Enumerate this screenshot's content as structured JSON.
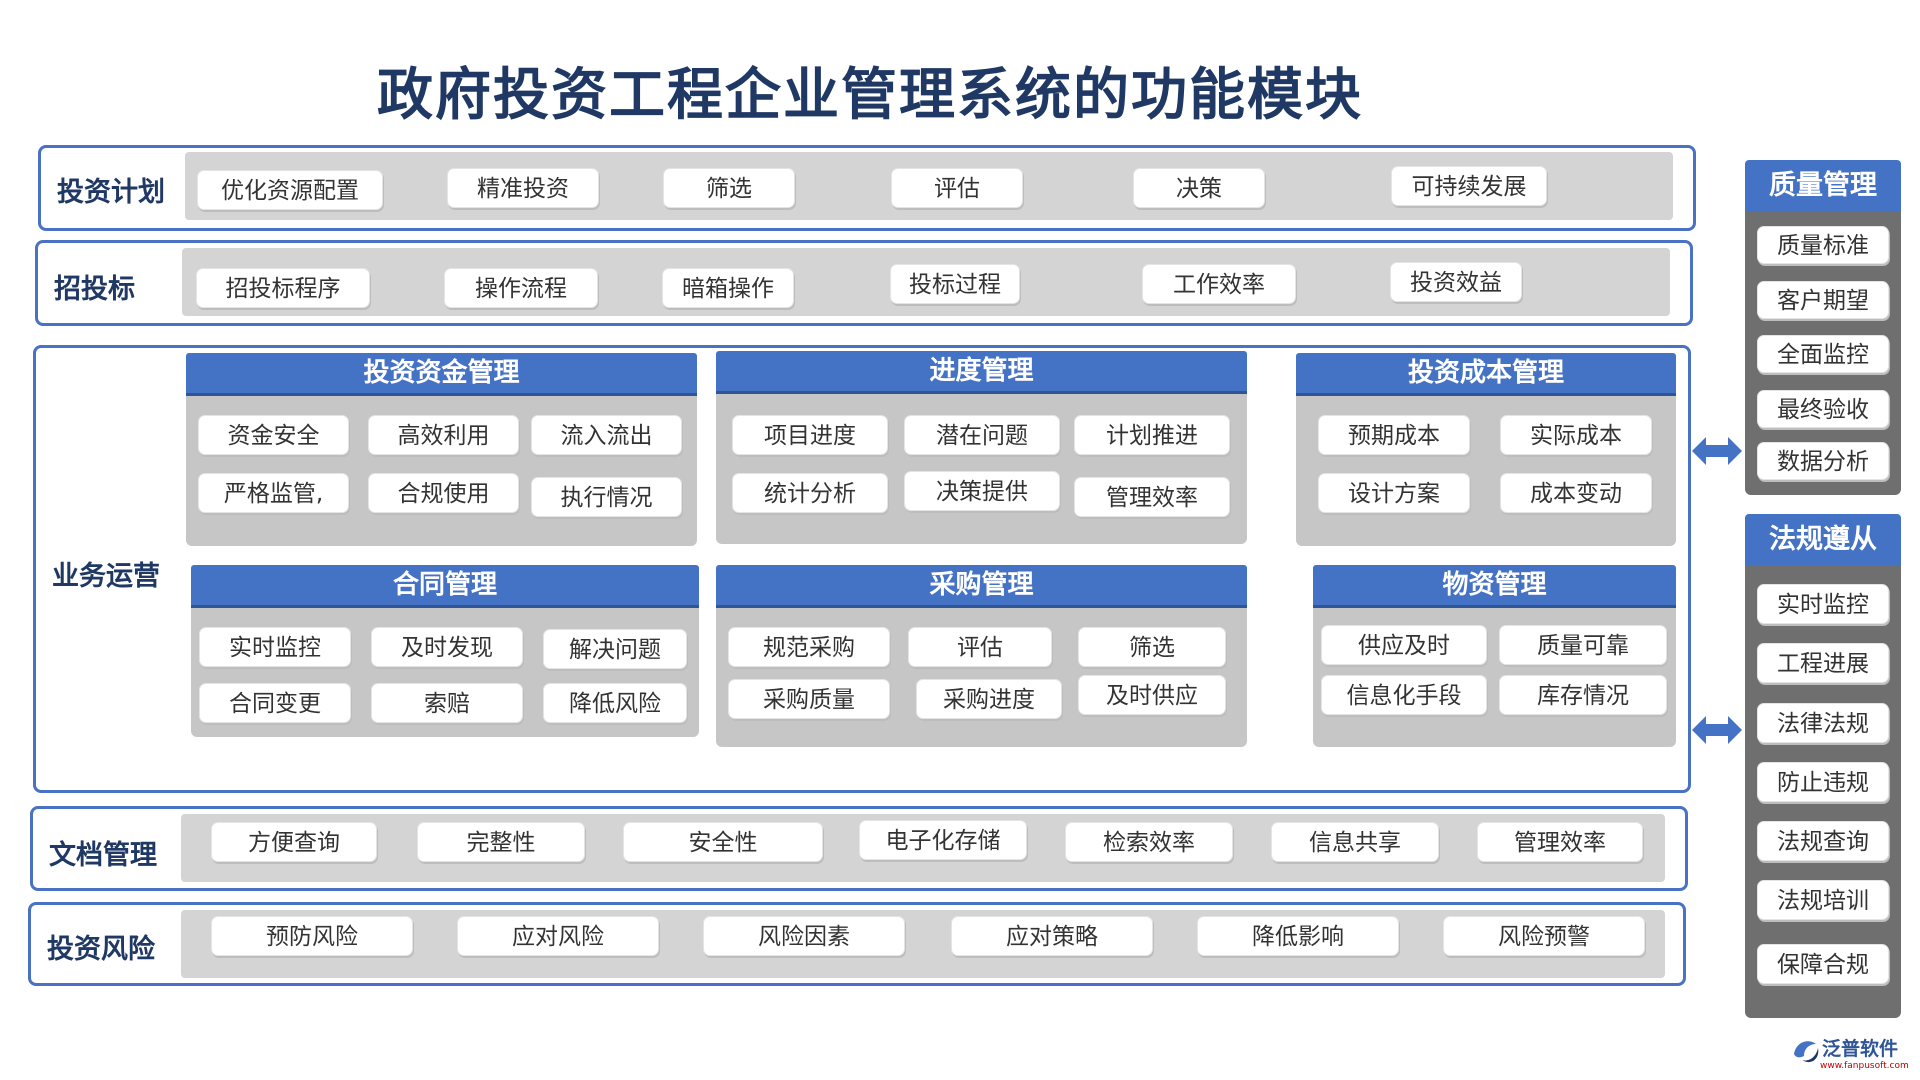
{
  "title": "政府投资工程企业管理系统的功能模块",
  "rows": {
    "plan": {
      "label": "投资计划",
      "items": [
        "优化资源配置",
        "精准投资",
        "筛选",
        "评估",
        "决策",
        "可持续发展"
      ]
    },
    "bid": {
      "label": "招投标",
      "items": [
        "招投标程序",
        "操作流程",
        "暗箱操作",
        "投标过程",
        "工作效率",
        "投资效益"
      ]
    },
    "ops": {
      "label": "业务运营"
    },
    "doc": {
      "label": "文档管理",
      "items": [
        "方便查询",
        "完整性",
        "安全性",
        "电子化存储",
        "检索效率",
        "信息共享",
        "管理效率"
      ]
    },
    "risk": {
      "label": "投资风险",
      "items": [
        "预防风险",
        "应对风险",
        "风险因素",
        "应对策略",
        "降低影响",
        "风险预警"
      ]
    }
  },
  "modules": {
    "fund": {
      "title": "投资资金管理",
      "items": [
        "资金安全",
        "高效利用",
        "流入流出",
        "严格监管,",
        "合规使用",
        "执行情况"
      ]
    },
    "progress": {
      "title": "进度管理",
      "items": [
        "项目进度",
        "潜在问题",
        "计划推进",
        "统计分析",
        "决策提供",
        "管理效率"
      ]
    },
    "cost": {
      "title": "投资成本管理",
      "items": [
        "预期成本",
        "实际成本",
        "设计方案",
        "成本变动"
      ]
    },
    "contract": {
      "title": "合同管理",
      "items": [
        "实时监控",
        "及时发现",
        "解决问题",
        "合同变更",
        "索赔",
        "降低风险"
      ]
    },
    "purchase": {
      "title": "采购管理",
      "items": [
        "规范采购",
        "评估",
        "筛选",
        "采购质量",
        "采购进度",
        "及时供应"
      ]
    },
    "material": {
      "title": "物资管理",
      "items": [
        "供应及时",
        "质量可靠",
        "信息化手段",
        "库存情况"
      ]
    }
  },
  "side": {
    "quality": {
      "title": "质量管理",
      "items": [
        "质量标准",
        "客户期望",
        "全面监控",
        "最终验收",
        "数据分析"
      ]
    },
    "law": {
      "title": "法规遵从",
      "items": [
        "实时监控",
        "工程进展",
        "法律法规",
        "防止违规",
        "法规查询",
        "法规培训",
        "保障合规"
      ]
    }
  },
  "colors": {
    "accent": "#4472c4",
    "title": "#1f3864",
    "panel": "#d4d4d4",
    "module_bg": "#c6c6c6",
    "side_bg": "#6f6f6f"
  },
  "logo": {
    "text": "泛普软件",
    "sub": "www.fanpusoft.com"
  }
}
